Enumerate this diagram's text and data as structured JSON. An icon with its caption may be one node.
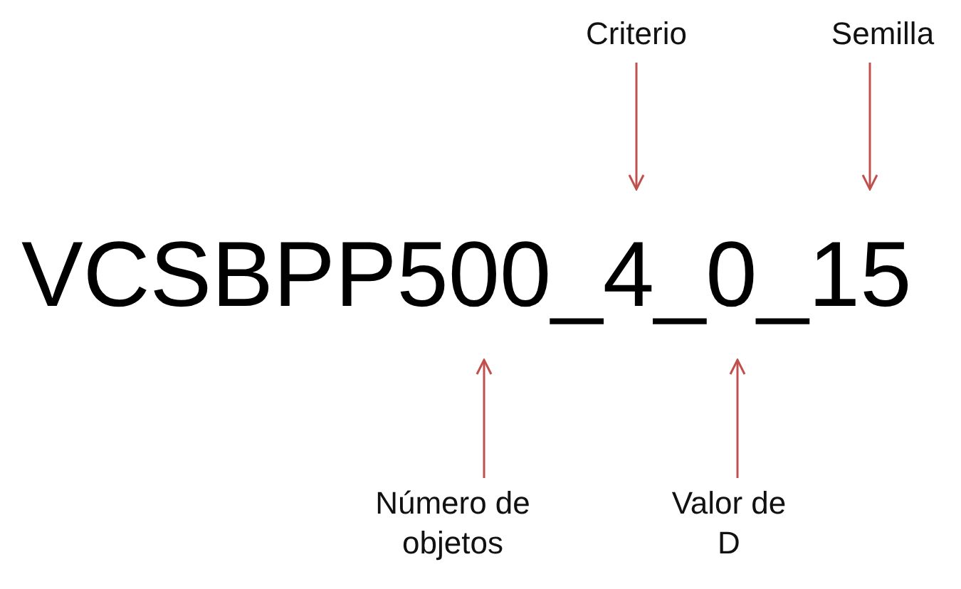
{
  "diagram": {
    "nodes": [
      {
        "text": [
          "Criterio"
        ]
      },
      {
        "text": [
          "Semilla"
        ]
      },
      {
        "text": [
          "Número de objetos"
        ]
      },
      {
        "text": [
          "Valor de D"
        ]
      },
      {
        "text": [
          "VCSBPP500_4_0_15"
        ]
      }
    ],
    "edges": [
      {
        "from": 0,
        "to": 4,
        "arrow": "to"
      },
      {
        "from": 1,
        "to": 4,
        "arrow": "to"
      },
      {
        "from": 2,
        "to": 4,
        "arrow": "to"
      },
      {
        "from": 3,
        "to": 4,
        "arrow": "to"
      }
    ]
  }
}
